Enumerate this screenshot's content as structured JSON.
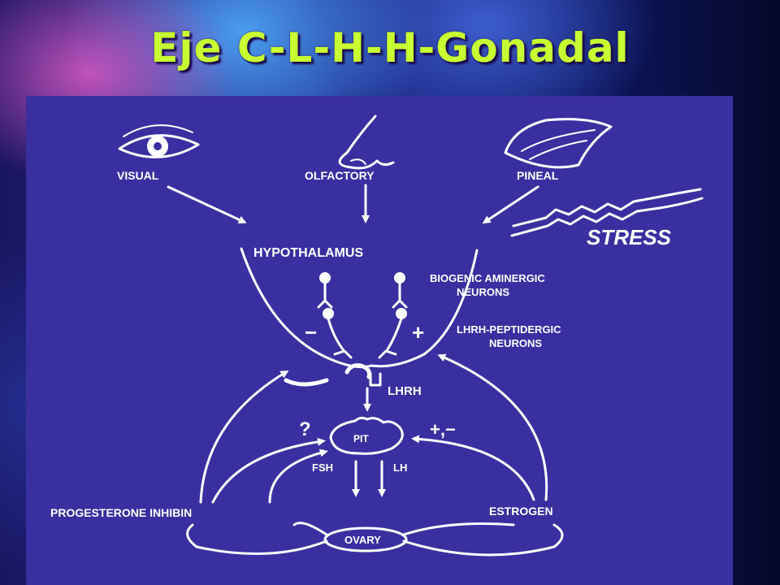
{
  "slide": {
    "title": "Eje C-L-H-H-Gonadal"
  },
  "diagram": {
    "inputs": {
      "visual": "VISUAL",
      "olfactory": "OLFACTORY",
      "pineal": "PINEAL",
      "stress": "STRESS"
    },
    "hypothalamus": "HYPOTHALAMUS",
    "biogenic_line1": "BIOGENIC AMINERGIC",
    "biogenic_line2": "NEURONS",
    "lhrh_pept_line1": "LHRH-PEPTIDERGIC",
    "lhrh_pept_line2": "NEURONS",
    "minus_sign": "−",
    "plus_sign": "+",
    "lhrh": "LHRH",
    "pit": "PIT",
    "question": "?",
    "plus_minus": "+,−",
    "fsh": "FSH",
    "lh": "LH",
    "progesterone_inhibin": "PROGESTERONE INHIBIN",
    "estrogen": "ESTROGEN",
    "ovary": "OVARY"
  },
  "colors": {
    "title": "#c8ff32",
    "panel": "#3a2fa0",
    "ink": "#ffffff"
  }
}
